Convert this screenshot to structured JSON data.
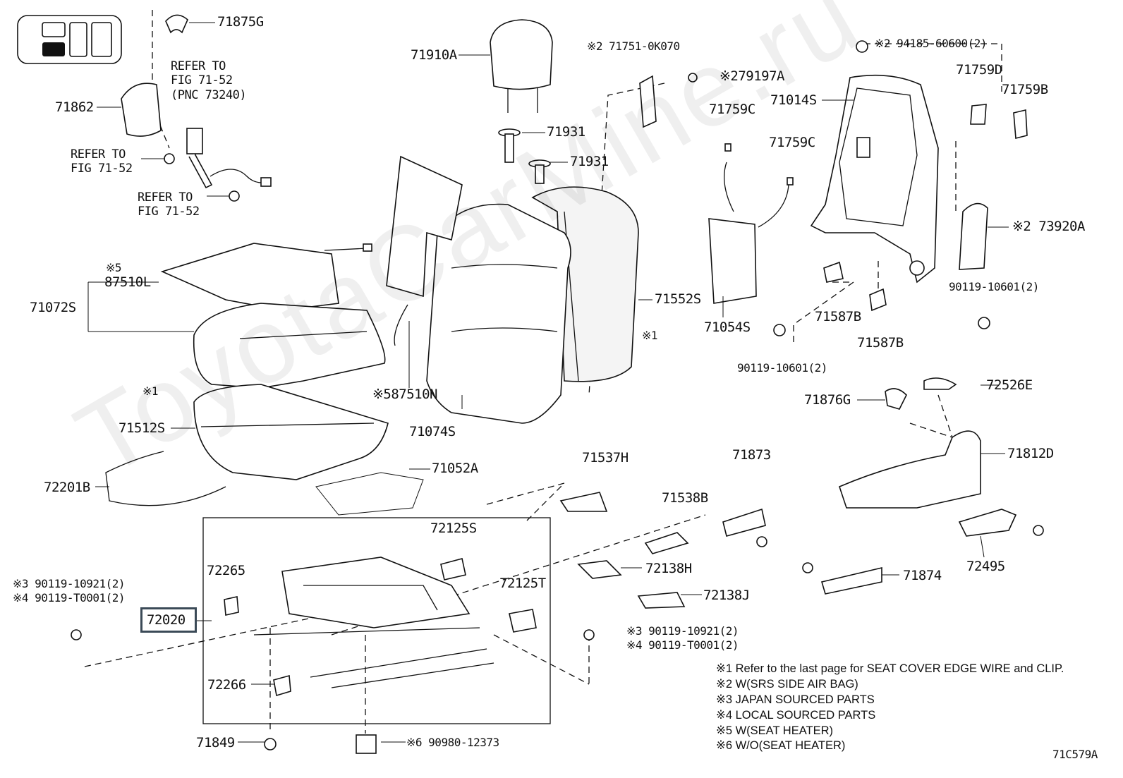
{
  "diagram": {
    "code": "71C579A",
    "watermark": "ToyotaCarMine.ru",
    "parts": {
      "p71875G": "71875G",
      "p71862": "71862",
      "p71910A": "71910A",
      "p71931a": "71931",
      "p71931b": "71931",
      "p71751": "※2 71751-0K070",
      "p79197A": "※279197A",
      "p94185": "※2 94185-60600(2)",
      "p71759D": "71759D",
      "p71759B": "71759B",
      "p71014S": "71014S",
      "p71759Ca": "71759C",
      "p71759Cb": "71759C",
      "p73920A": "※2 73920A",
      "p90119_10601a": "90119-10601(2)",
      "p71552S": "71552S",
      "p71054S": "71054S",
      "p90119_10601b": "90119-10601(2)",
      "p71587Ba": "71587B",
      "p71587Bb": "71587B",
      "p87510L": "87510L",
      "p87510L_mark": "※5",
      "p71072S": "71072S",
      "p87510N": "※587510N",
      "p71074S": "71074S",
      "p71512S": "71512S",
      "p71052A": "71052A",
      "p72201B": "72201B",
      "p72526E": "72526E",
      "p71876G": "71876G",
      "p71812D": "71812D",
      "p71537H": "71537H",
      "p71873": "71873",
      "p71538B": "71538B",
      "p72125S": "72125S",
      "p72138H": "72138H",
      "p72138J": "72138J",
      "p72125T": "72125T",
      "p72265": "72265",
      "p72020": "72020",
      "p72266": "72266",
      "p71849": "71849",
      "p90980": "※6 90980-12373",
      "p71874": "71874",
      "p72495": "72495",
      "p90119_10921_left": "※3 90119-10921(2)",
      "p90119_T0001_left": "※4 90119-T0001(2)",
      "p90119_10921_mid": "※3 90119-10921(2)",
      "p90119_T0001_mid": "※4 90119-T0001(2)",
      "mark_x1_left": "※1",
      "mark_x1_mid": "※1"
    },
    "refs": {
      "r1": "REFER TO\nFIG 71-52\n(PNC 73240)",
      "r2": "REFER TO\nFIG 71-52",
      "r3": "REFER TO\nFIG 71-52"
    },
    "notes": [
      "※1  Refer to the last page for SEAT COVER EDGE WIRE and CLIP.",
      "※2  W(SRS SIDE AIR BAG)",
      "※3  JAPAN SOURCED PARTS",
      "※4  LOCAL SOURCED PARTS",
      "※5  W(SEAT HEATER)",
      "※6  W/O(SEAT HEATER)"
    ],
    "selected_part": "72020"
  }
}
